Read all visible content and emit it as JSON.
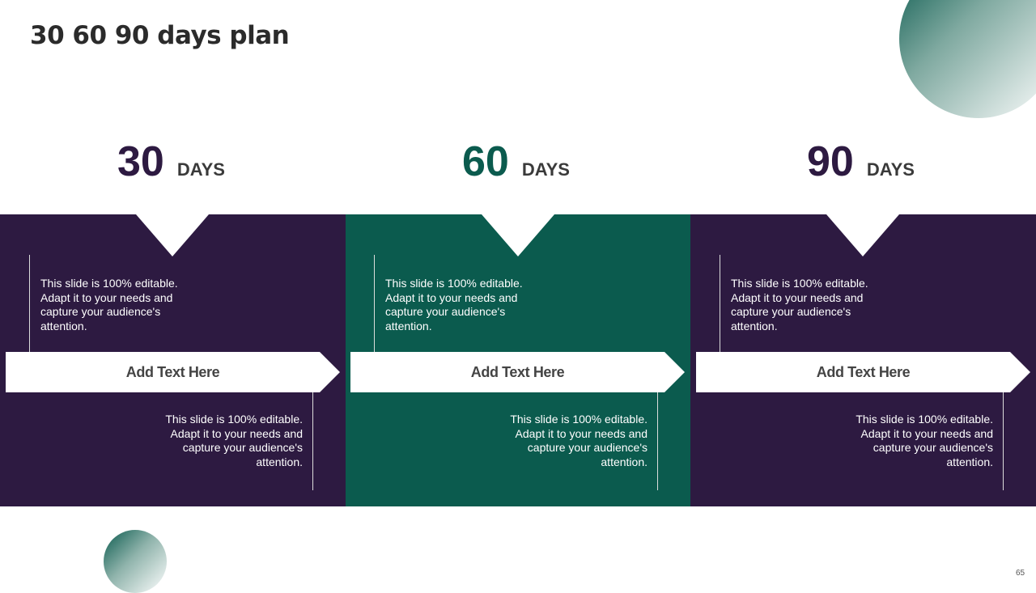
{
  "slide": {
    "title": "30 60 90 days plan",
    "page_number": "65"
  },
  "columns": [
    {
      "number": "30",
      "unit": "DAYS",
      "number_color": "#2d1a41",
      "panel_color": "#2d1a41",
      "top_text": "This slide is 100% editable. Adapt it to your needs and capture your audience's attention.",
      "arrow_label": "Add Text Here",
      "bottom_text": "This slide is 100% editable. Adapt it to your needs and capture your audience's attention."
    },
    {
      "number": "60",
      "unit": "DAYS",
      "number_color": "#0b5b4e",
      "panel_color": "#0b5b4e",
      "top_text": "This slide is 100% editable. Adapt it to your needs and capture your audience's attention.",
      "arrow_label": "Add Text Here",
      "bottom_text": "This slide is 100% editable. Adapt it to your needs and capture your audience's attention."
    },
    {
      "number": "90",
      "unit": "DAYS",
      "number_color": "#2d1a41",
      "panel_color": "#2d1a41",
      "top_text": "This slide is 100% editable. Adapt it to your needs and capture your audience's attention.",
      "arrow_label": "Add Text Here",
      "bottom_text": "This slide is 100% editable. Adapt it to your needs and capture your audience's attention."
    }
  ]
}
